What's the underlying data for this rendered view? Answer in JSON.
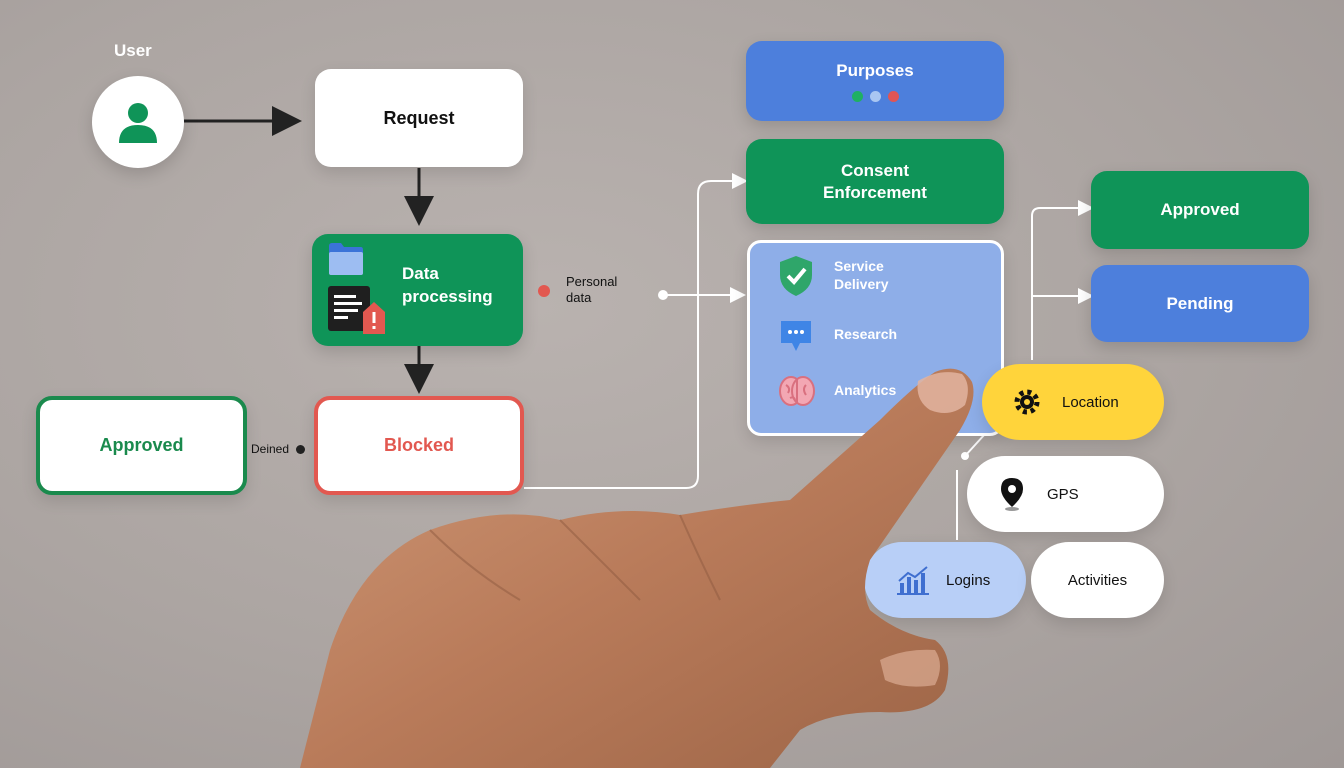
{
  "user": {
    "label": "User"
  },
  "request": {
    "label": "Request"
  },
  "data_processing": {
    "label_line1": "Data",
    "label_line2": "processing"
  },
  "personal_data": {
    "label_line1": "Personal",
    "label_line2": "data"
  },
  "approved_left": {
    "label": "Approved"
  },
  "denied": {
    "label": "Deined"
  },
  "blocked": {
    "label": "Blocked"
  },
  "purposes": {
    "label": "Purposes",
    "dots": [
      "#1fb062",
      "#a9c6f2",
      "#e05555"
    ]
  },
  "consent": {
    "label_line1": "Consent",
    "label_line2": "Enforcement"
  },
  "purpose_list": [
    {
      "label_line1": "Service",
      "label_line2": "Delivery",
      "icon": "shield-check-icon"
    },
    {
      "label_line1": "Research",
      "label_line2": "",
      "icon": "chat-bubble-icon"
    },
    {
      "label_line1": "Analytics",
      "label_line2": "",
      "icon": "brain-icon"
    }
  ],
  "approved_right": {
    "label": "Approved"
  },
  "pending": {
    "label": "Pending"
  },
  "data_types": {
    "location": "Location",
    "gps": "GPS",
    "logins": "Logins",
    "activities": "Activities"
  },
  "colors": {
    "green": "#0f9458",
    "blue": "#4d7fdc",
    "red": "#e25850",
    "yellow": "#ffd43b",
    "light_blue": "#b8cff7"
  }
}
